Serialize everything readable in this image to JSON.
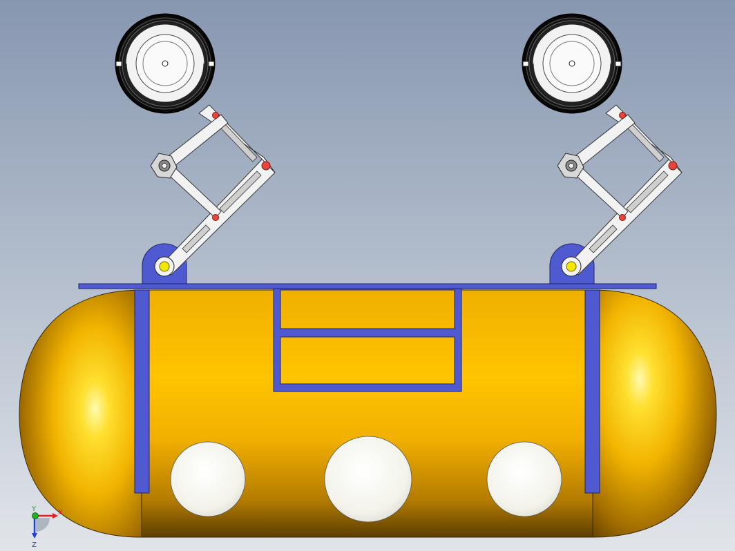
{
  "viewport": {
    "background_top": "#8a9bb3",
    "background_bottom": "#dfe4ea"
  },
  "colors": {
    "tank_yellow": "#f5b800",
    "tank_highlight": "#fff7a0",
    "tank_shadow": "#6b4a00",
    "frame_blue": "#4a55cc",
    "frame_blue_dark": "#2a2f90",
    "porthole": "#f4f4ea",
    "link_white": "#f2f2f2",
    "pin_red": "#e8453c",
    "pin_yellow": "#f4e800",
    "tire_black": "#1e1e1e"
  },
  "triad": {
    "x_label": "X",
    "y_label": "Y",
    "z_label": "Z",
    "x_color": "#e02020",
    "y_color": "#20a020",
    "z_color": "#2040e0"
  }
}
